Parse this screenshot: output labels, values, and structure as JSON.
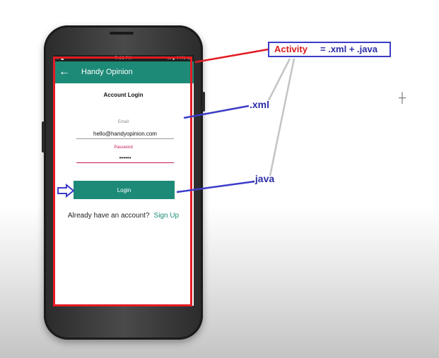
{
  "statusbar": {
    "left": "✉ ▲ ⌁",
    "time": "7:00 PM",
    "right": "⊡ ▮ 44% ▭"
  },
  "appbar": {
    "back_icon": "←",
    "title": "Handy Opinion"
  },
  "login": {
    "heading": "Account Login",
    "email_label": "Email",
    "email_value": "hello@handyopinion.com",
    "password_label": "Password",
    "password_value": "••••••",
    "login_label": "Login",
    "account_prompt": "Already have an account?",
    "signup_label": "Sign Up"
  },
  "annotations": {
    "activity_word": "Activity",
    "activity_formula": "= .xml + .java",
    "xml_label": ".xml",
    "java_label": ".java"
  },
  "colors": {
    "app_primary": "#1d8a78",
    "password_accent": "#c2185b",
    "annotation_red": "#e31c23",
    "annotation_blue": "#3c3cc8"
  }
}
